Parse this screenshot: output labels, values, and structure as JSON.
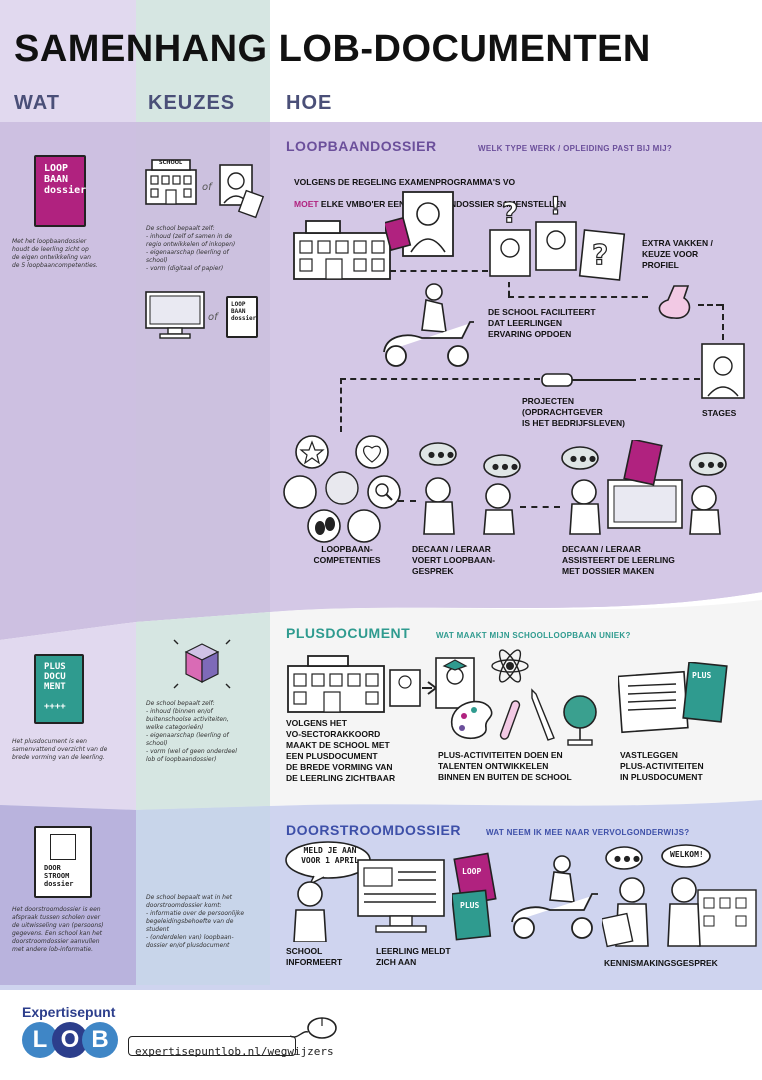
{
  "title": "SAMENHANG LOB-DOCUMENTEN",
  "columns": {
    "wat": "WAT",
    "keuzes": "KEUZES",
    "hoe": "HOE"
  },
  "colors": {
    "wat_col": "#e1d9ef",
    "keuzes_col": "#d6e6e2",
    "band": "#cbbddf",
    "loop_band": "#d4c8e6",
    "plus_band": "#f5f5f5",
    "door_band": "#cfd4ef",
    "purple": "#6b4f9b",
    "teal": "#2f9b8f",
    "magenta": "#b0227f"
  },
  "loopbaan": {
    "heading": "LOOPBAANDOSSIER",
    "question": "WELK TYPE WERK / OPLEIDING PAST BIJ MIJ?",
    "book_text": "LOOP\nBAAN\ndossier",
    "wat_desc": "Met het loopbaandossier\nhoudt de leerling zicht op\nde eigen ontwikkeling van\nde 5 loopbaancompetenties.",
    "keuze_or": "of",
    "keuze_school": "SCHOOL",
    "keuze_desc": "De school bepaalt zelf:\n- inhoud (zelf of samen in de\n  regio ontwikkelen of inkopen)\n- eigenaarschap (leerling of\n  school)\n- vorm (digitaal of papier)",
    "keuze_or2": "of",
    "intro_1": "VOLGENS DE REGELING EXAMENPROGRAMMA'S VO",
    "intro_moet": "MOET",
    "intro_2": " ELKE VMBO'ER EEN LOOPBAANDOSSIER SAMENSTELLEN",
    "extra": "EXTRA VAKKEN /\nKEUZE VOOR\nPROFIEL",
    "faciliteert": "DE SCHOOL FACILITEERT\nDAT LEERLINGEN\nERVARING OPDOEN",
    "projecten": "PROJECTEN\n(OPDRACHTGEVER\nIS HET BEDRIJFSLEVEN)",
    "stages": "STAGES",
    "competenties": "LOOPBAAN-\nCOMPETENTIES",
    "decaan1": "DECAAN / LERAAR\nVOERT LOOPBAAN-\nGESPREK",
    "decaan2": "DECAAN / LERAAR\nASSISTEERT DE LEERLING\nMET DOSSIER MAKEN"
  },
  "plus": {
    "heading": "PLUSDOCUMENT",
    "question": "WAT MAAKT MIJN SCHOOLLOOPBAAN UNIEK?",
    "book_text": "PLUS\nDOCU\nMENT\n\n ++++",
    "wat_desc": "Het plusdocument is een\nsamenvattend overzicht van de\nbrede vorming van de leerling.",
    "keuze_desc": "De school bepaalt zelf:\n- inhoud (binnen en/of\n  buitenschoolse activiteiten,\n  welke categorieën)\n- eigenaarschap (leerling of\n  school)\n- vorm (wel of geen onderdeel\n  lob of loopbaandossier)",
    "step1": "VOLGENS HET\nVO-SECTORAKKOORD\nMAAKT DE SCHOOL MET\nEEN PLUSDOCUMENT\nDE BREDE VORMING VAN\nDE LEERLING ZICHTBAAR",
    "step2": "PLUS-ACTIVITEITEN DOEN EN\nTALENTEN ONTWIKKELEN\nBINNEN EN BUITEN DE SCHOOL",
    "step3": "VASTLEGGEN\nPLUS-ACTIVITEITEN\nIN PLUSDOCUMENT"
  },
  "door": {
    "heading": "DOORSTROOMDOSSIER",
    "question": "WAT NEEM IK MEE NAAR VERVOLGONDERWIJS?",
    "book_text": "DOOR\nSTROOM\ndossier",
    "wat_desc": "Het doorstroomdossier is een\nafspraak tussen scholen over\nde uitwisseling van (persoons)\ngegevens. Een school kan het\ndoorstroomdossier aanvullen\nmet andere lob-informatie.",
    "keuze_desc": "De school bepaalt wat in het\ndoorstroomdossier komt:\n- informatie over de persoonlijke\n  begeleidingsbehoefte van de\n  student\n- (onderdelen van) loopbaan-\n  dossier en/of plusdocument",
    "bubble1": "MELD JE AAN\nVOOR 1 APRIL",
    "bubble2": "WELKOM!",
    "step1": "SCHOOL\nINFORMEERT",
    "step2": "LEERLING MELDT\nZICH AAN",
    "step3": "KENNISMAKINGSGESPREK"
  },
  "footer": {
    "brand_top": "Expertisepunt",
    "brand_letters": [
      "L",
      "O",
      "B"
    ],
    "url": "expertisepuntlob.nl/wegwijzers"
  }
}
